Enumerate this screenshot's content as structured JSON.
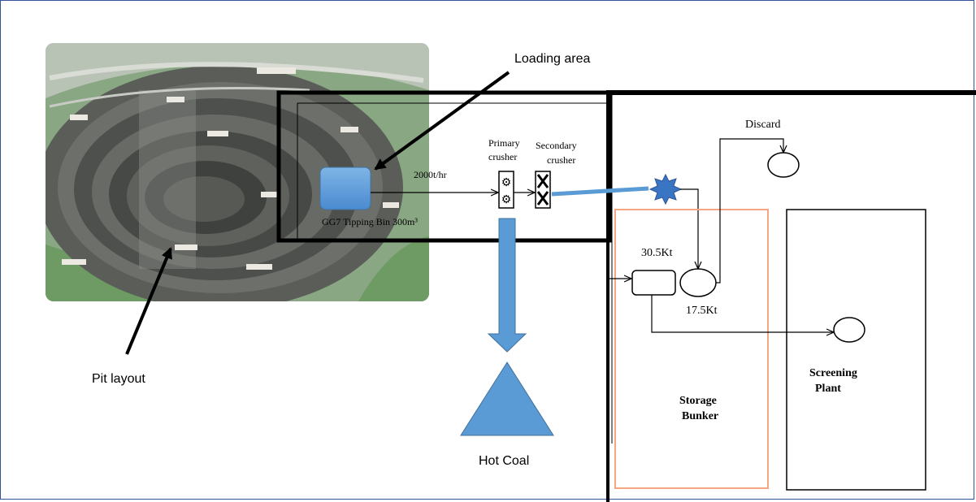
{
  "labels": {
    "loading_area": "Loading area",
    "pit_layout": "Pit layout",
    "hot_coal": "Hot Coal",
    "tipping_bin": "GG7 Tipping Bin 300m³",
    "flow_rate": "2000t/hr",
    "primary_crusher_line1": "Primary",
    "primary_crusher_line2": "crusher",
    "secondary_crusher_line1": "Secondary",
    "secondary_crusher_line2": "crusher",
    "discard": "Discard",
    "stockpile_a": "30.5Kt",
    "stockpile_b": "17.5Kt",
    "storage_bunker_line1": "Storage",
    "storage_bunker_line2": "Bunker",
    "screening_plant_line1": "Screening",
    "screening_plant_line2": "Plant"
  },
  "colors": {
    "frame_border": "#2f5597",
    "shape_fill": "#5b9bd5",
    "shape_stroke": "#41719c",
    "bunker_border": "#f4a582",
    "photo_bg": "#6f8f6a"
  }
}
